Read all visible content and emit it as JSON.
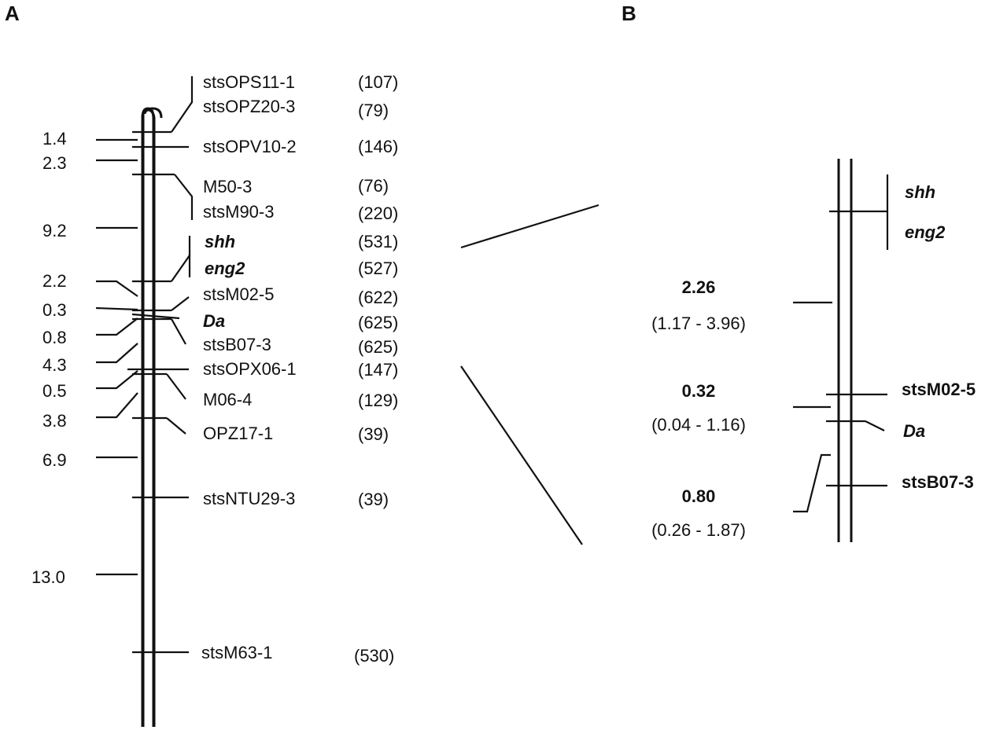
{
  "panels": {
    "a": "A",
    "b": "B"
  },
  "panel_a": {
    "distances": [
      "1.4",
      "2.3",
      "9.2",
      "2.2",
      "0.3",
      "0.8",
      "4.3",
      "0.5",
      "3.8",
      "6.9",
      "13.0"
    ],
    "markers": [
      {
        "name": "stsOPS11-1",
        "count": "(107)",
        "style": "normal"
      },
      {
        "name": "stsOPZ20-3",
        "count": "(79)",
        "style": "normal"
      },
      {
        "name": "stsOPV10-2",
        "count": "(146)",
        "style": "normal"
      },
      {
        "name": "M50-3",
        "count": "(76)",
        "style": "normal"
      },
      {
        "name": "stsM90-3",
        "count": "(220)",
        "style": "normal"
      },
      {
        "name": "shh",
        "count": "(531)",
        "style": "bold-italic"
      },
      {
        "name": "eng2",
        "count": "(527)",
        "style": "bold-italic"
      },
      {
        "name": "stsM02-5",
        "count": "(622)",
        "style": "normal"
      },
      {
        "name": "Da",
        "count": "(625)",
        "style": "bold-italic"
      },
      {
        "name": "stsB07-3",
        "count": "(625)",
        "style": "normal"
      },
      {
        "name": "stsOPX06-1",
        "count": "(147)",
        "style": "normal"
      },
      {
        "name": "M06-4",
        "count": "(129)",
        "style": "normal"
      },
      {
        "name": "OPZ17-1",
        "count": "(39)",
        "style": "normal"
      },
      {
        "name": "stsNTU29-3",
        "count": "(39)",
        "style": "normal"
      },
      {
        "name": "stsM63-1",
        "count": "(530)",
        "style": "normal"
      }
    ]
  },
  "panel_b": {
    "intervals": [
      {
        "distance": "2.26",
        "range": "(1.17 - 3.96)"
      },
      {
        "distance": "0.32",
        "range": "(0.04 - 1.16)"
      },
      {
        "distance": "0.80",
        "range": "(0.26 - 1.87)"
      }
    ],
    "markers": [
      {
        "name": "shh",
        "style": "bold-italic"
      },
      {
        "name": "eng2",
        "style": "bold-italic"
      },
      {
        "name": "stsM02-5",
        "style": "bold"
      },
      {
        "name": "Da",
        "style": "bold-italic"
      },
      {
        "name": "stsB07-3",
        "style": "bold"
      }
    ]
  }
}
